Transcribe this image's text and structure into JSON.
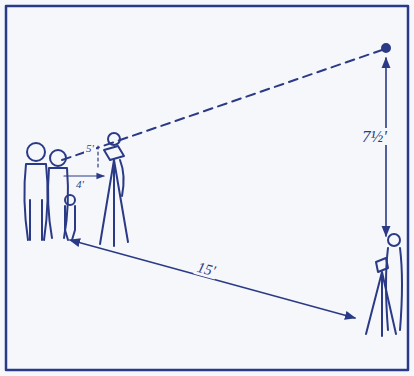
{
  "diagram": {
    "labels": [
      "7½'",
      "15'",
      "5'",
      "4'"
    ]
  }
}
